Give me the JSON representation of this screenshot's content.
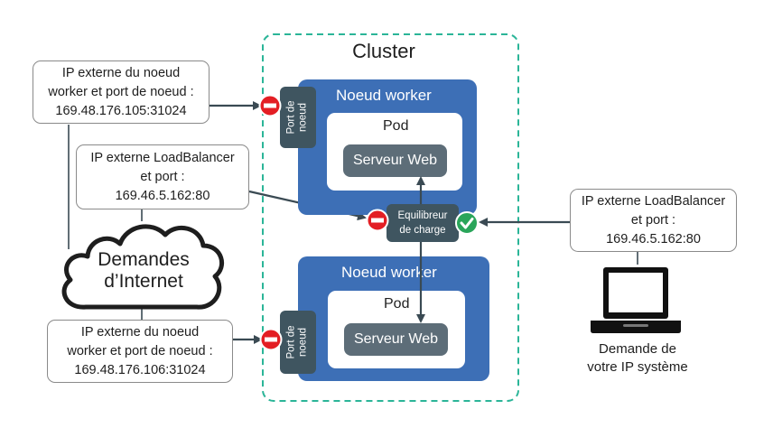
{
  "cluster": {
    "title": "Cluster",
    "border_color": "#2bb598"
  },
  "nodes": [
    {
      "title": "Noeud worker",
      "port_label": [
        "Port de",
        "noeud"
      ],
      "pod_title": "Pod",
      "service": "Serveur Web"
    },
    {
      "title": "Noeud worker",
      "port_label": [
        "Port de",
        "noeud"
      ],
      "pod_title": "Pod",
      "service": "Serveur Web"
    }
  ],
  "load_balancer": {
    "label": [
      "Equilibreur",
      "de charge"
    ]
  },
  "callouts": {
    "node1_external": [
      "IP externe du noeud",
      "worker et port de noeud :",
      "169.48.176.105:31024"
    ],
    "lb_external_left": [
      "IP externe LoadBalancer",
      "et port :",
      "169.46.5.162:80"
    ],
    "node2_external": [
      "IP externe du noeud",
      "worker et port de noeud :",
      "169.48.176.106:31024"
    ],
    "lb_external_right": [
      "IP externe LoadBalancer",
      "et port :",
      "169.46.5.162:80"
    ]
  },
  "internet": {
    "label": [
      "Demandes",
      "d’Internet"
    ]
  },
  "client": {
    "label": [
      "Demande de",
      "votre IP système"
    ]
  },
  "colors": {
    "node": "#3d6fb6",
    "dark": "#3f5560",
    "service": "#5d6d78",
    "block": "#e31e24",
    "allow": "#2aa55a",
    "line": "#3a4a53"
  },
  "icons": [
    "cloud-icon",
    "laptop-icon",
    "no-entry-icon",
    "check-icon"
  ]
}
